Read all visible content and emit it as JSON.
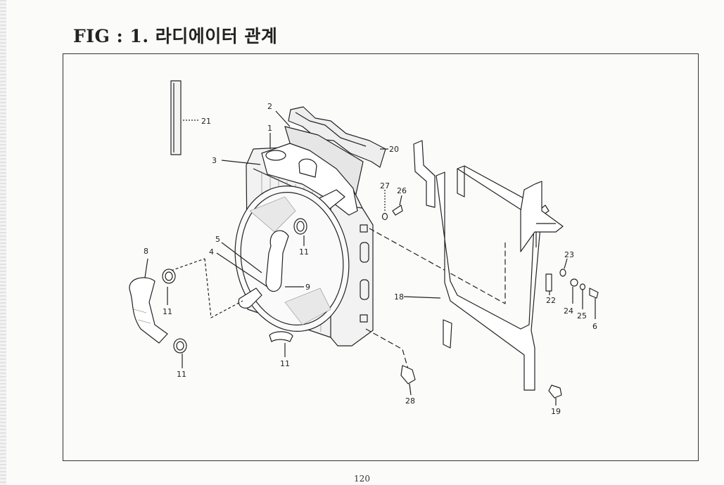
{
  "figure": {
    "title": "FIG : 1. 라디에이터 관계"
  },
  "page_number": "120",
  "callouts": [
    {
      "id": "c1",
      "text": "1"
    },
    {
      "id": "c2",
      "text": "2"
    },
    {
      "id": "c3",
      "text": "3"
    },
    {
      "id": "c4",
      "text": "4"
    },
    {
      "id": "c5",
      "text": "5"
    },
    {
      "id": "c6",
      "text": "6"
    },
    {
      "id": "c8",
      "text": "8"
    },
    {
      "id": "c9",
      "text": "9"
    },
    {
      "id": "c11a",
      "text": "11"
    },
    {
      "id": "c11b",
      "text": "11"
    },
    {
      "id": "c11c",
      "text": "11"
    },
    {
      "id": "c11d",
      "text": "11"
    },
    {
      "id": "c18",
      "text": "18"
    },
    {
      "id": "c19",
      "text": "19"
    },
    {
      "id": "c20",
      "text": "20"
    },
    {
      "id": "c21",
      "text": "21"
    },
    {
      "id": "c22",
      "text": "22"
    },
    {
      "id": "c23",
      "text": "23"
    },
    {
      "id": "c24",
      "text": "24"
    },
    {
      "id": "c25",
      "text": "25"
    },
    {
      "id": "c26",
      "text": "26"
    },
    {
      "id": "c27",
      "text": "27"
    },
    {
      "id": "c28",
      "text": "28"
    }
  ]
}
